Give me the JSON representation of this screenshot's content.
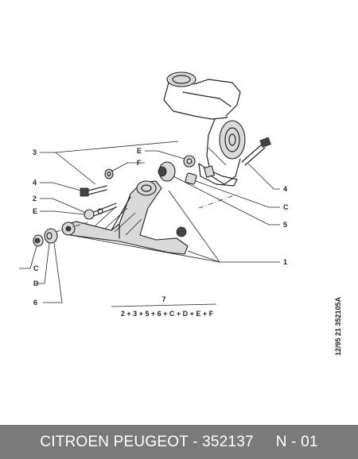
{
  "diagram": {
    "callouts": {
      "l3": "3",
      "lE_top": "E",
      "lF": "F",
      "l4": "4",
      "l2": "2",
      "lE_mid": "E",
      "lC_left": "C",
      "lD": "D",
      "l6": "6",
      "r4": "4",
      "rC": "C",
      "r5": "5",
      "r1": "1"
    },
    "formula": {
      "top": "7",
      "bottom": "2 + 3 + 5 + 6 + C + D + E + F"
    },
    "side_code": "12/95  21  352105A"
  },
  "footer": {
    "brand": "CITROEN PEUGEOT - 352137",
    "page": "N - 01"
  }
}
